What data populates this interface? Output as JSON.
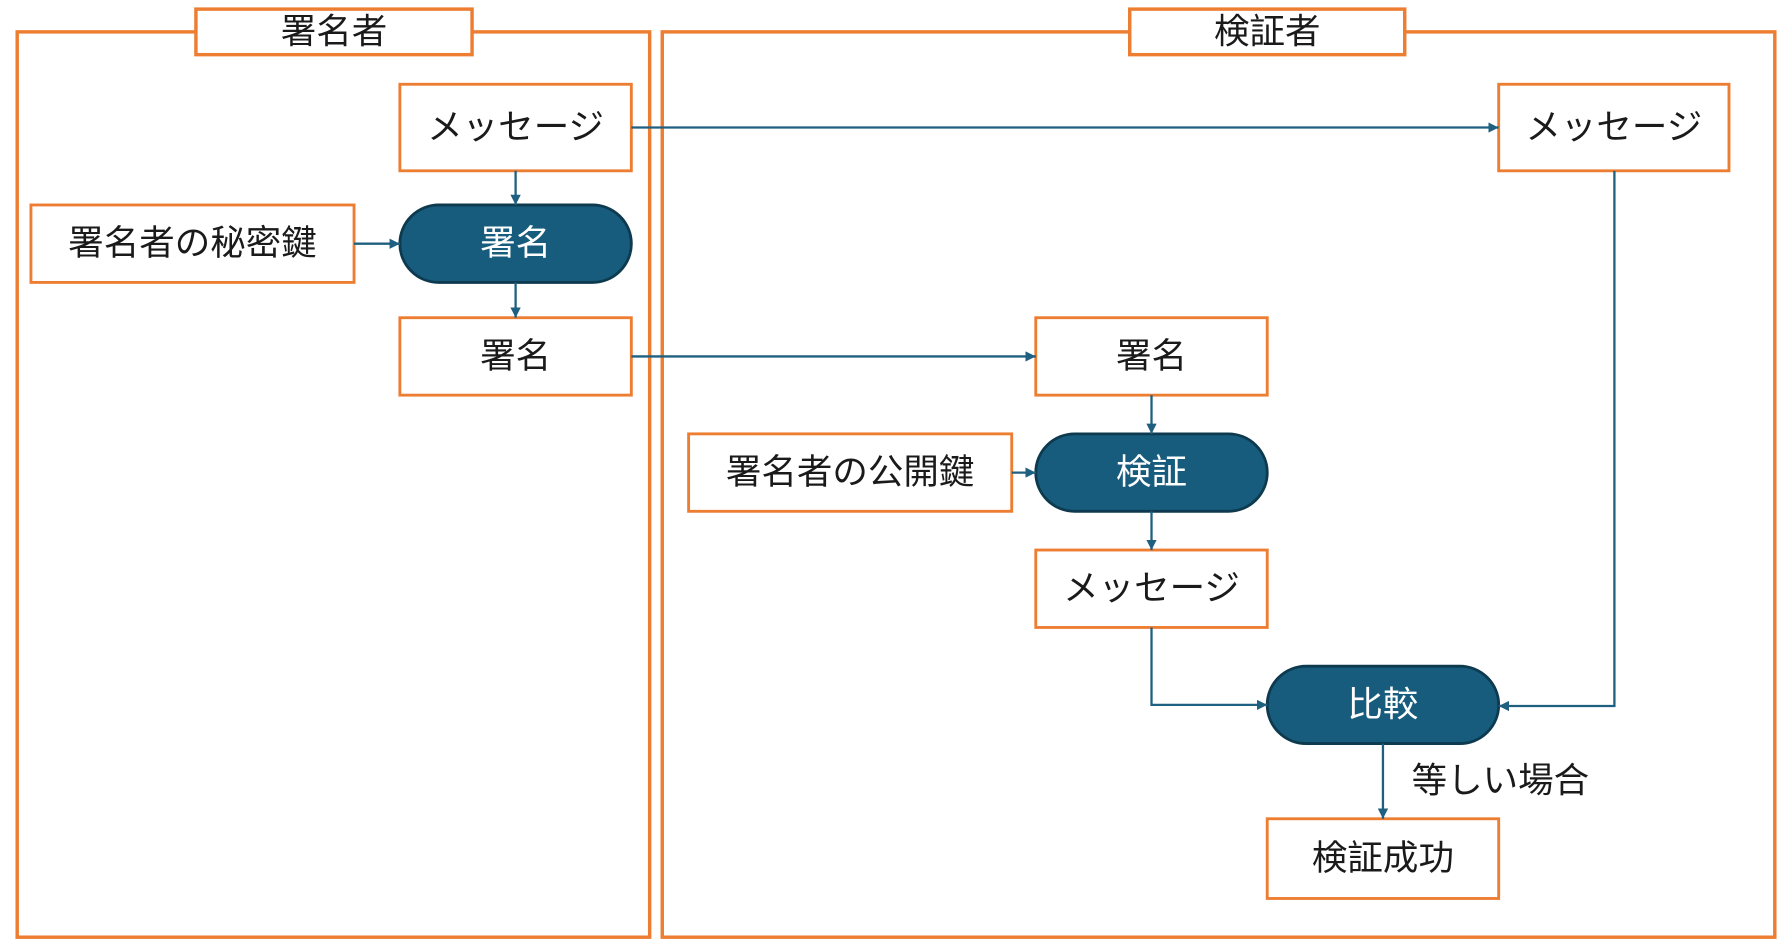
{
  "colors": {
    "box_border": "#ED7D31",
    "process_fill": "#175C7D",
    "process_border": "#0E3A4F",
    "arrow": "#1F5F7F"
  },
  "signer": {
    "title": "署名者",
    "message": "メッセージ",
    "sign_process": "署名",
    "private_key": "署名者の秘密鍵",
    "signature": "署名"
  },
  "verifier": {
    "title": "検証者",
    "message": "メッセージ",
    "signature": "署名",
    "public_key": "署名者の公開鍵",
    "verify_process": "検証",
    "recovered_message": "メッセージ",
    "compare_process": "比較",
    "equal_label": "等しい場合",
    "success": "検証成功"
  }
}
